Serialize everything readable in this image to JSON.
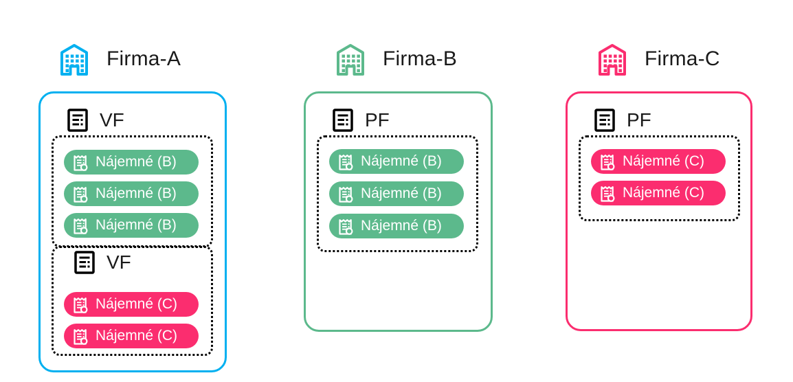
{
  "colors": {
    "firma_a_blue": "#00B0F0",
    "firma_b_green": "#5CB98C",
    "firma_c_pink": "#FB2D6F",
    "dotted_border": "#000000",
    "text": "#1A1A1A"
  },
  "icons": {
    "company": "building-icon",
    "doc_header": "invoice-document-icon",
    "invoice": "receipt-search-icon"
  },
  "companies": [
    {
      "title": "Firma-A",
      "accent_color": "#00B0F0",
      "sections": [
        {
          "doc_type": "VF",
          "invoices": [
            {
              "label": "Nájemné (B)",
              "color": "#5CB98C"
            },
            {
              "label": "Nájemné (B)",
              "color": "#5CB98C"
            },
            {
              "label": "Nájemné (B)",
              "color": "#5CB98C"
            }
          ]
        },
        {
          "doc_type": "VF",
          "invoices": [
            {
              "label": "Nájemné (C)",
              "color": "#FB2D6F"
            },
            {
              "label": "Nájemné (C)",
              "color": "#FB2D6F"
            }
          ]
        }
      ]
    },
    {
      "title": "Firma-B",
      "accent_color": "#5CB98C",
      "sections": [
        {
          "doc_type": "PF",
          "invoices": [
            {
              "label": "Nájemné (B)",
              "color": "#5CB98C"
            },
            {
              "label": "Nájemné (B)",
              "color": "#5CB98C"
            },
            {
              "label": "Nájemné (B)",
              "color": "#5CB98C"
            }
          ]
        }
      ]
    },
    {
      "title": "Firma-C",
      "accent_color": "#FB2D6F",
      "sections": [
        {
          "doc_type": "PF",
          "invoices": [
            {
              "label": "Nájemné (C)",
              "color": "#FB2D6F"
            },
            {
              "label": "Nájemné (C)",
              "color": "#FB2D6F"
            }
          ]
        }
      ]
    }
  ]
}
